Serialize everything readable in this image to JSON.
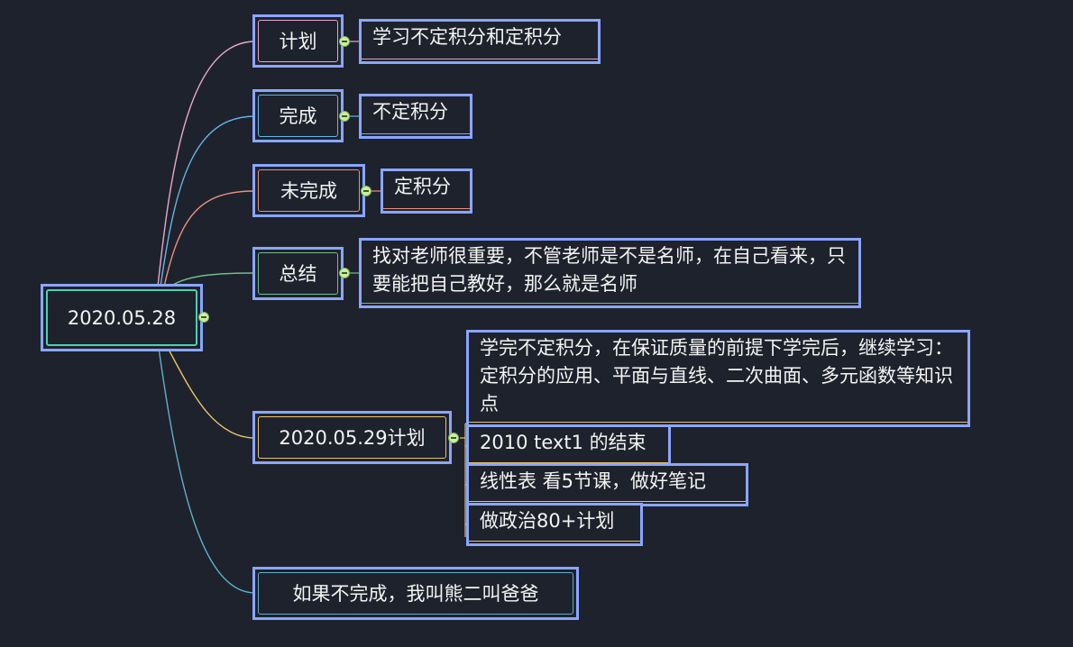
{
  "root": {
    "label": "2020.05.28"
  },
  "branches": [
    {
      "label": "计划",
      "color": "#e6a8c8",
      "children": [
        "学习不定积分和定积分"
      ]
    },
    {
      "label": "完成",
      "color": "#63b6e6",
      "children": [
        "不定积分"
      ]
    },
    {
      "label": "未完成",
      "color": "#e8917a",
      "children": [
        "定积分"
      ]
    },
    {
      "label": "总结",
      "color": "#6fbf8a",
      "children": [
        "找对老师很重要，不管老师是不是名师，在自己看来，只要能把自己教好，那么就是名师"
      ]
    },
    {
      "label": "2020.05.29计划",
      "color": "#e8c46a",
      "children": [
        "学完不定积分，在保证质量的前提下学完后，继续学习：定积分的应用、平面与直线、二次曲面、多元函数等知识点",
        "2010 text1 的结束",
        "线性表 看5节课，做好笔记",
        "做政治80+计划"
      ]
    },
    {
      "label": "如果不完成，我叫熊二叫爸爸",
      "color": "#5fb0c8",
      "children": []
    }
  ],
  "colors": {
    "background": "#1e222d",
    "border": "#8aa6ff",
    "root_accent": "#4fd0b0",
    "toggle": "#cdeea0"
  }
}
